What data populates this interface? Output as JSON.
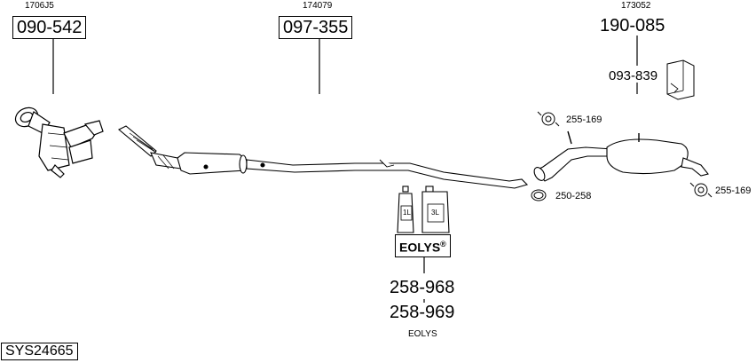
{
  "system_code": "SYS24665",
  "groups": {
    "catalyst": {
      "ref": "1706J5",
      "part": "090-542"
    },
    "front_pipe": {
      "ref": "174079",
      "part": "097-355"
    },
    "rear_silencer": {
      "ref": "173052",
      "part": "190-085",
      "mounting_kit": "093-839"
    }
  },
  "clamps": {
    "upper": "255-169",
    "lower": "255-169",
    "gasket": "250-258"
  },
  "additive": {
    "brand": "EOLYS",
    "reg": "®",
    "parts": [
      "258-968",
      "258-969"
    ],
    "caption": "EOLYS",
    "bottle_small": "1L",
    "bottle_large": "3L"
  }
}
